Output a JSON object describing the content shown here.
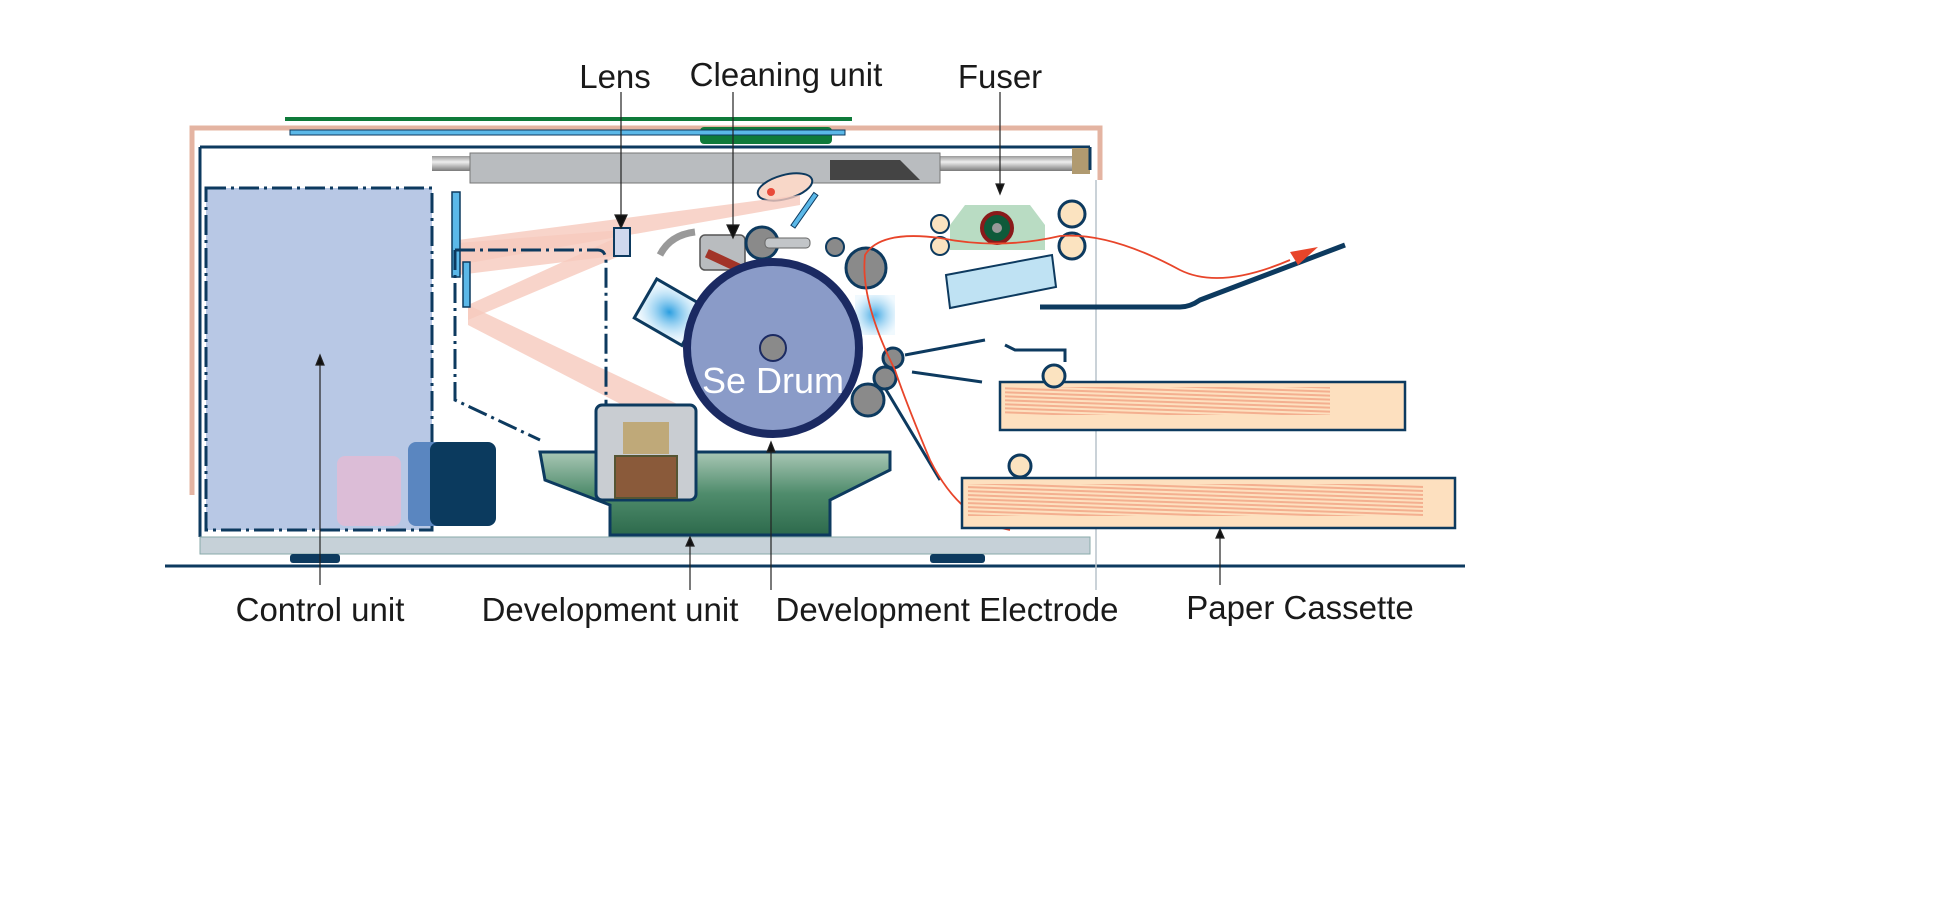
{
  "labels": {
    "lens": "Lens",
    "cleaning_unit": "Cleaning unit",
    "fuser": "Fuser",
    "drum": "Se Drum",
    "control_unit": "Control unit",
    "development_unit": "Development unit",
    "development_electrode": "Development Electrode",
    "paper_cassette": "Paper Cassette"
  },
  "colors": {
    "frame": "#0d3a5f",
    "drum_fill": "#8a9bc8",
    "drum_rim": "#1b2a62",
    "control_unit": "#b8c8e5",
    "platen_cover": "#0f7a3a",
    "paper_path": "#e8452a",
    "paper": "#fde0bf",
    "light_beam": "#f6c9bd",
    "fuser_body": "#b9dcc3",
    "developer_tub": "#3f7e5f"
  }
}
